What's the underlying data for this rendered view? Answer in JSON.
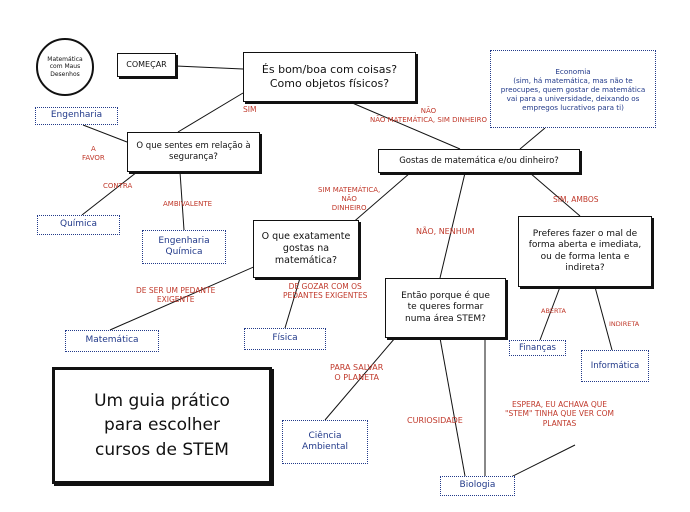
{
  "logo": {
    "text": "Matemática\ncom Maus\nDesenhos"
  },
  "start": {
    "label": "COMEÇAR"
  },
  "title": {
    "text": "Um guia prático\npara escolher\ncursos de STEM"
  },
  "questions": {
    "q1": "És bom/boa com coisas?\nComo objetos físicos?",
    "q2": "O que sentes em relação à\nsegurança?",
    "q3": "Gostas de matemática e/ou dinheiro?",
    "q4": "O que exatamente\ngostas na\nmatemática?",
    "q5": "Então porque é que\nte queres formar\nnuma área STEM?",
    "q6": "Preferes fazer o mal de\nforma aberta e imediata,\nou de forma lenta e\nindireta?"
  },
  "answers": {
    "economia": "Economia\n(sim, há matemática, mas não te\npreocupes, quem gostar de matemática\nvai para a universidade, deixando os\nempregos lucrativos para ti)",
    "engenharia": "Engenharia",
    "quimica": "Química",
    "eng_quimica": "Engenharia\nQuímica",
    "matematica": "Matemática",
    "fisica": "Física",
    "financas": "Finanças",
    "informatica": "Informática",
    "ciencia_ambiental": "Ciência\nAmbiental",
    "biologia": "Biologia"
  },
  "labels": {
    "sim": "SIM",
    "nao": "NÃO\nNÃO MATEMÁTICA, SIM DINHEIRO",
    "a_favor": "A\nFAVOR",
    "contra": "CONTRA",
    "ambivalente": "AMBIVALENTE",
    "sim_matematica": "SIM MATEMÁTICA,\nNÃO\nDINHEIRO",
    "nao_nenhum": "NÃO, NENHUM",
    "sim_ambos": "SIM, AMBOS",
    "pedante": "DE SER UM PEDANTE\nEXIGENTE",
    "gozar": "DE GOZAR COM OS\nPEDANTES EXIGENTES",
    "aberta": "ABERTA",
    "indireta": "INDIRETA",
    "salvar": "PARA SALVAR\nO PLANETA",
    "curiosidade": "CURIOSIDADE",
    "espera": "ESPERA, EU ACHAVA QUE\n\"STEM\" TINHA QUE VER COM\nPLANTAS"
  },
  "colors": {
    "question_ink": "#111111",
    "answer_ink": "#223a8a",
    "label_ink": "#c0392b"
  }
}
